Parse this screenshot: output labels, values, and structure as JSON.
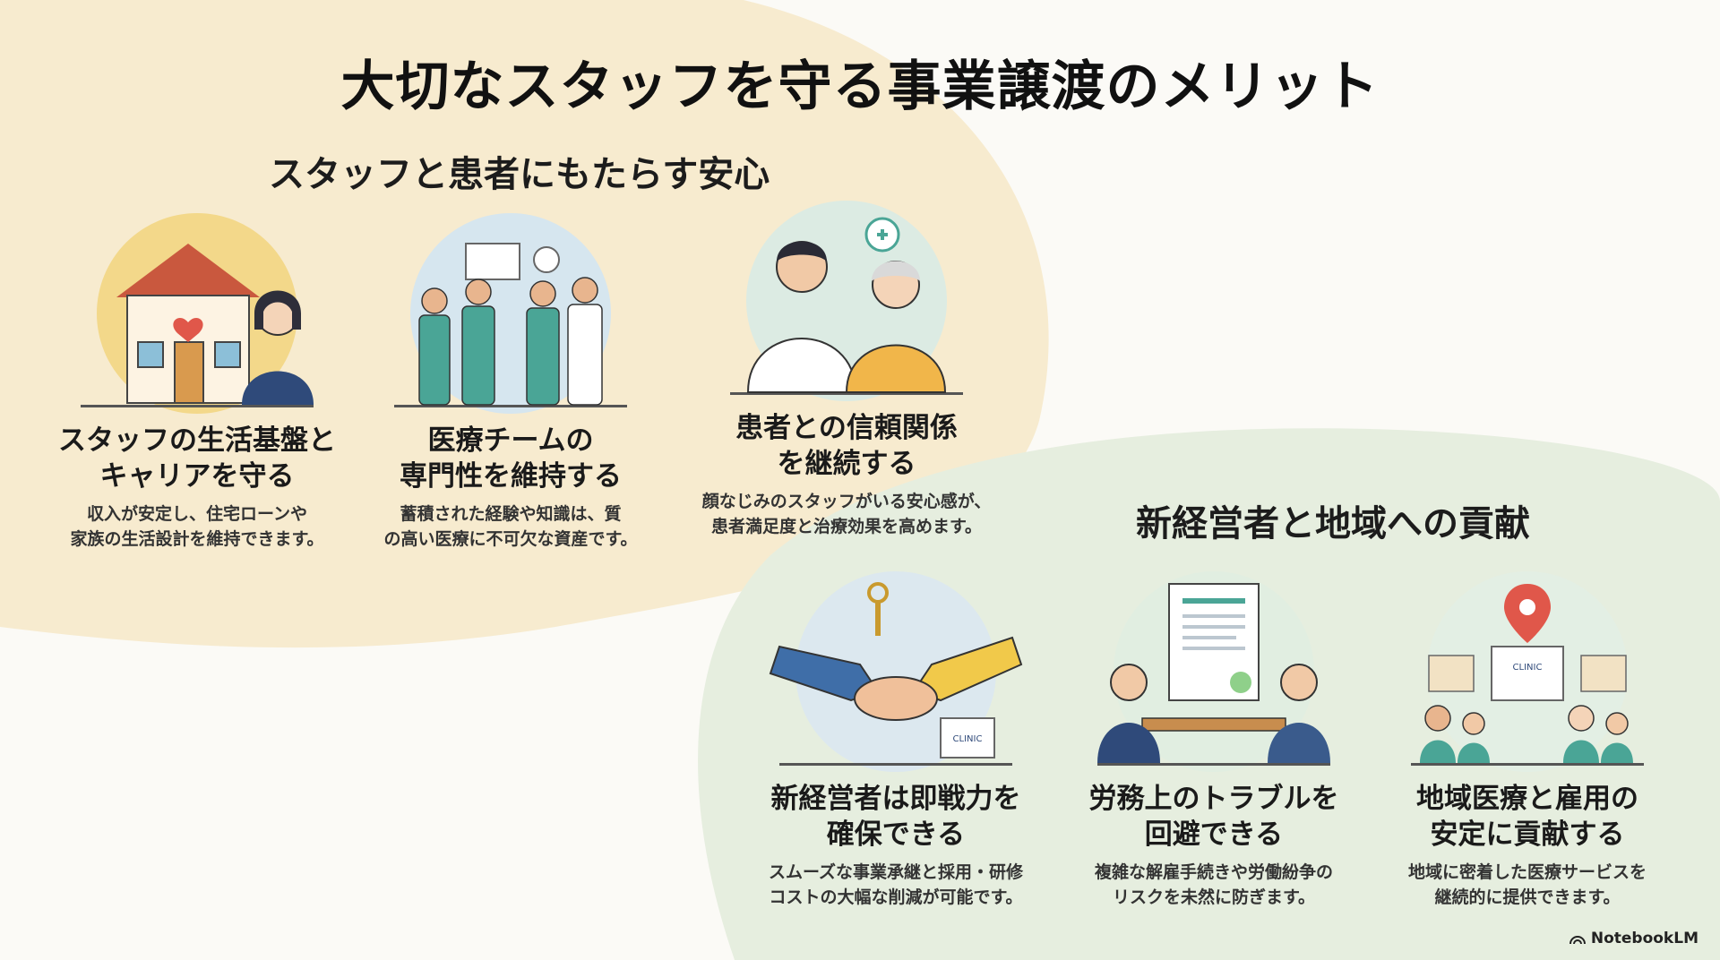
{
  "title": "大切なスタッフを守る事業譲渡のメリット",
  "section1": {
    "heading": "スタッフと患者にもたらす安心",
    "cards": [
      {
        "icon": "house-staff-icon",
        "title": "スタッフの生活基盤と\nキャリアを守る",
        "desc": "収入が安定し、住宅ローンや\n家族の生活設計を維持できます。"
      },
      {
        "icon": "medical-team-icon",
        "title": "医療チームの\n専門性を維持する",
        "desc": "蓄積された経験や知識は、質\nの高い医療に不可欠な資産です。"
      },
      {
        "icon": "doctor-patient-icon",
        "title": "患者との信頼関係\nを継続する",
        "desc": "顔なじみのスタッフがいる安心感が、\n患者満足度と治療効果を高めます。"
      }
    ]
  },
  "section2": {
    "heading": "新経営者と地域への貢献",
    "cards": [
      {
        "icon": "handshake-key-icon",
        "title": "新経営者は即戦力を\n確保できる",
        "desc": "スムーズな事業承継と採用・研修\nコストの大幅な削減が可能です。"
      },
      {
        "icon": "contract-meeting-icon",
        "title": "労務上のトラブルを\n回避できる",
        "desc": "複雑な解雇手続きや労働紛争の\nリスクを未然に防ぎます。"
      },
      {
        "icon": "community-clinic-icon",
        "title": "地域医療と雇用の\n安定に貢献する",
        "desc": "地域に密着した医療サービスを\n継続的に提供できます。"
      }
    ]
  },
  "illus_labels": {
    "clinic_sign": "CLINIC"
  },
  "brand": "NotebookLM",
  "colors": {
    "warm_blob": "#f8ecd0",
    "green_blob": "#e7efe0",
    "accent_teal": "#4aa596",
    "accent_red": "#e0574a"
  }
}
